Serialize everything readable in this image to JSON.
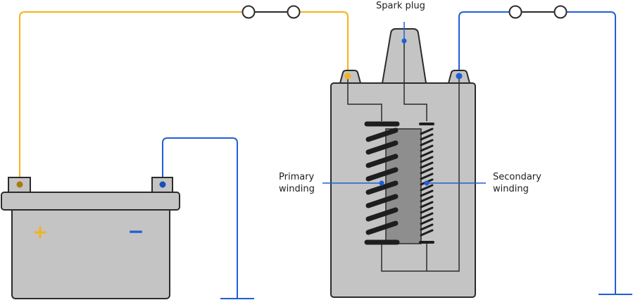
{
  "labels": {
    "spark_plug": "Spark plug",
    "primary_winding_1": "Primary",
    "primary_winding_2": "winding",
    "secondary_winding_1": "Secondary",
    "secondary_winding_2": "winding"
  },
  "battery": {
    "positive_symbol": "+",
    "negative_symbol": "−"
  },
  "colors": {
    "positive_wire": "#f5b21a",
    "negative_wire": "#1f5fd6",
    "body_fill": "#c4c4c4",
    "core_fill": "#8e8e8e",
    "outline": "#2b2b2b"
  }
}
